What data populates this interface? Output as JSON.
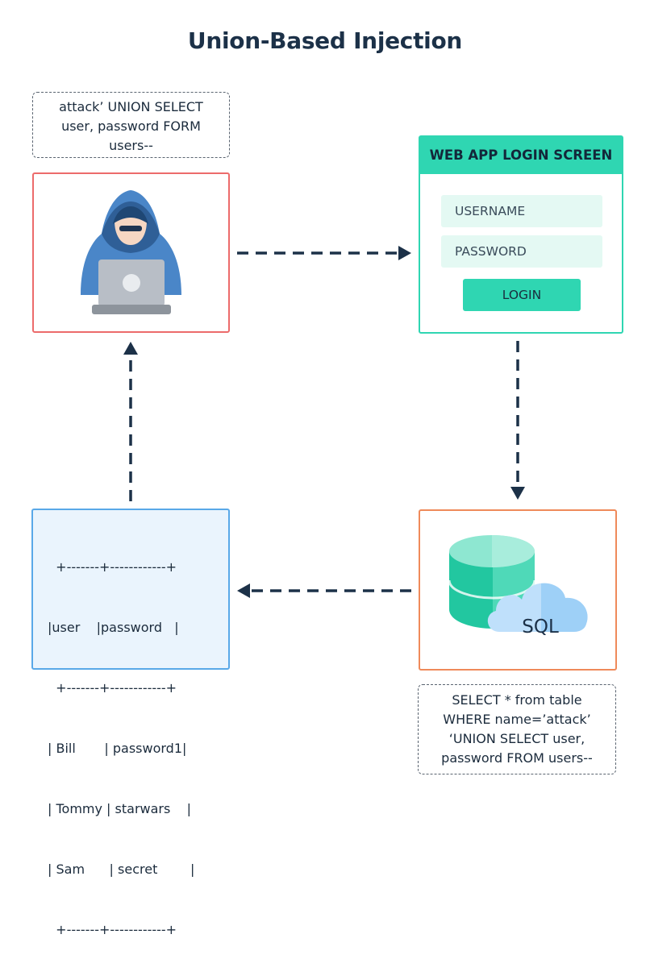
{
  "title": "Union-Based Injection",
  "attacker_note": [
    "attack’ UNION SELECT",
    "user, password FORM",
    "users--"
  ],
  "login": {
    "header": "WEB APP LOGIN SCREEN",
    "username_placeholder": "USERNAME",
    "password_placeholder": "PASSWORD",
    "button_label": "LOGIN"
  },
  "db_label": "SQL",
  "query_note": [
    "SELECT * from table",
    "WHERE name=’attack’",
    "‘UNION SELECT user,",
    "password FROM users--"
  ],
  "result_table": [
    "  +-------+------------+",
    "|user    |password   |",
    "  +-------+------------+",
    "| Bill       | password1|",
    "| Tommy | starwars    |",
    "| Sam      | secret        |",
    "  +-------+------------+"
  ],
  "colors": {
    "accent_teal": "#2fd6b2",
    "attacker_border": "#ec6b6b",
    "db_border": "#ef8a5a",
    "result_border": "#59a8e8",
    "arrow": "#1c3148"
  }
}
